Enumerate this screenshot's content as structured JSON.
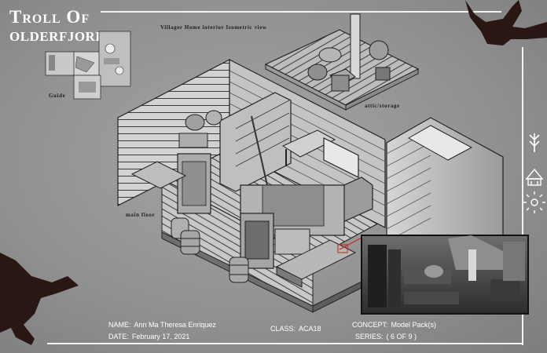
{
  "title": {
    "line1": "Troll Of",
    "line2": "OLDERFJORD"
  },
  "labels": {
    "view_title": "Villager Home interior Isometric view",
    "guide": "Guide",
    "attic": "attic/storage",
    "main_floor": "main floor"
  },
  "info": {
    "name_label": "NAME:",
    "name_value": "Ann Ma Theresa Enriquez",
    "date_label": "DATE:",
    "date_value": "February 17, 2021",
    "class_label": "CLASS:",
    "class_value": "ACA18",
    "concept_label": "CONCEPT:",
    "concept_value": "Model Pack(s)",
    "series_label": "SERIES:",
    "series_value": "(   6  OF  9    )"
  },
  "icons": [
    "tree-rune-icon",
    "house-rune-icon",
    "sun-rune-icon",
    "antler-icon"
  ],
  "colors": {
    "background": "#929292",
    "frame": "#f2f2f2",
    "antler": "#2a1714",
    "ink": "#1d1d1d",
    "inset_highlight": "#c0392b"
  }
}
